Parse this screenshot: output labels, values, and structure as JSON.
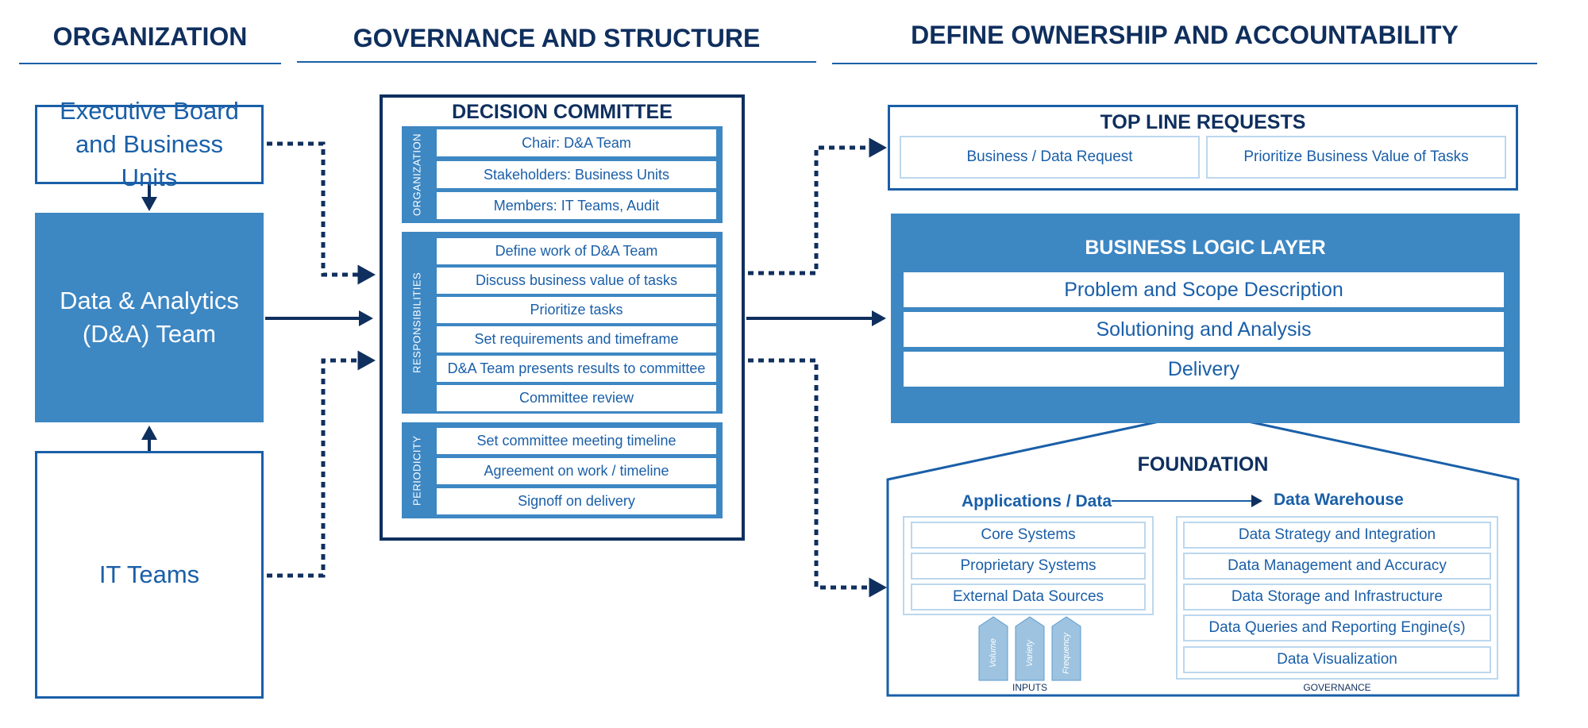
{
  "headers": {
    "organization": "ORGANIZATION",
    "governance": "GOVERNANCE AND STRUCTURE",
    "ownership": "DEFINE OWNERSHIP AND ACCOUNTABILITY"
  },
  "organization": {
    "executive": "Executive Board and Business Units",
    "da_team_line1": "Data & Analytics",
    "da_team_line2": "(D&A) Team",
    "it_teams": "IT Teams"
  },
  "decision_committee": {
    "title": "DECISION COMMITTEE",
    "sections": [
      {
        "label": "ORGANIZATION",
        "items": [
          "Chair: D&A Team",
          "Stakeholders: Business Units",
          "Members: IT Teams, Audit"
        ]
      },
      {
        "label": "RESPONSIBILITIES",
        "items": [
          "Define work of D&A Team",
          "Discuss business value of tasks",
          "Prioritize tasks",
          "Set requirements and timeframe",
          "D&A Team presents results to committee",
          "Committee review"
        ]
      },
      {
        "label": "PERIODICITY",
        "items": [
          "Set committee meeting timeline",
          "Agreement on work / timeline",
          "Signoff on delivery"
        ]
      }
    ]
  },
  "top_line": {
    "title": "TOP LINE REQUESTS",
    "items": [
      "Business / Data Request",
      "Prioritize Business Value of Tasks"
    ]
  },
  "business_logic": {
    "title": "BUSINESS LOGIC LAYER",
    "items": [
      "Problem and Scope Description",
      "Solutioning and Analysis",
      "Delivery"
    ]
  },
  "foundation": {
    "title": "FOUNDATION",
    "apps_label": "Applications / Data",
    "dw_label": "Data Warehouse",
    "apps_items": [
      "Core Systems",
      "Proprietary Systems",
      "External Data Sources"
    ],
    "inputs": [
      "Volume",
      "Variety",
      "Frequency"
    ],
    "inputs_label": "INPUTS",
    "dw_items": [
      "Data Strategy and Integration",
      "Data Management and Accuracy",
      "Data Storage and Infrastructure",
      "Data Queries and Reporting Engine(s)",
      "Data Visualization"
    ],
    "governance_label": "GOVERNANCE"
  },
  "colors": {
    "navy": "#0f2f5e",
    "blue": "#3d87c3",
    "text_blue": "#1a5fa8",
    "light_border": "#bcd7ee",
    "input_fill": "#9dc3e0"
  }
}
